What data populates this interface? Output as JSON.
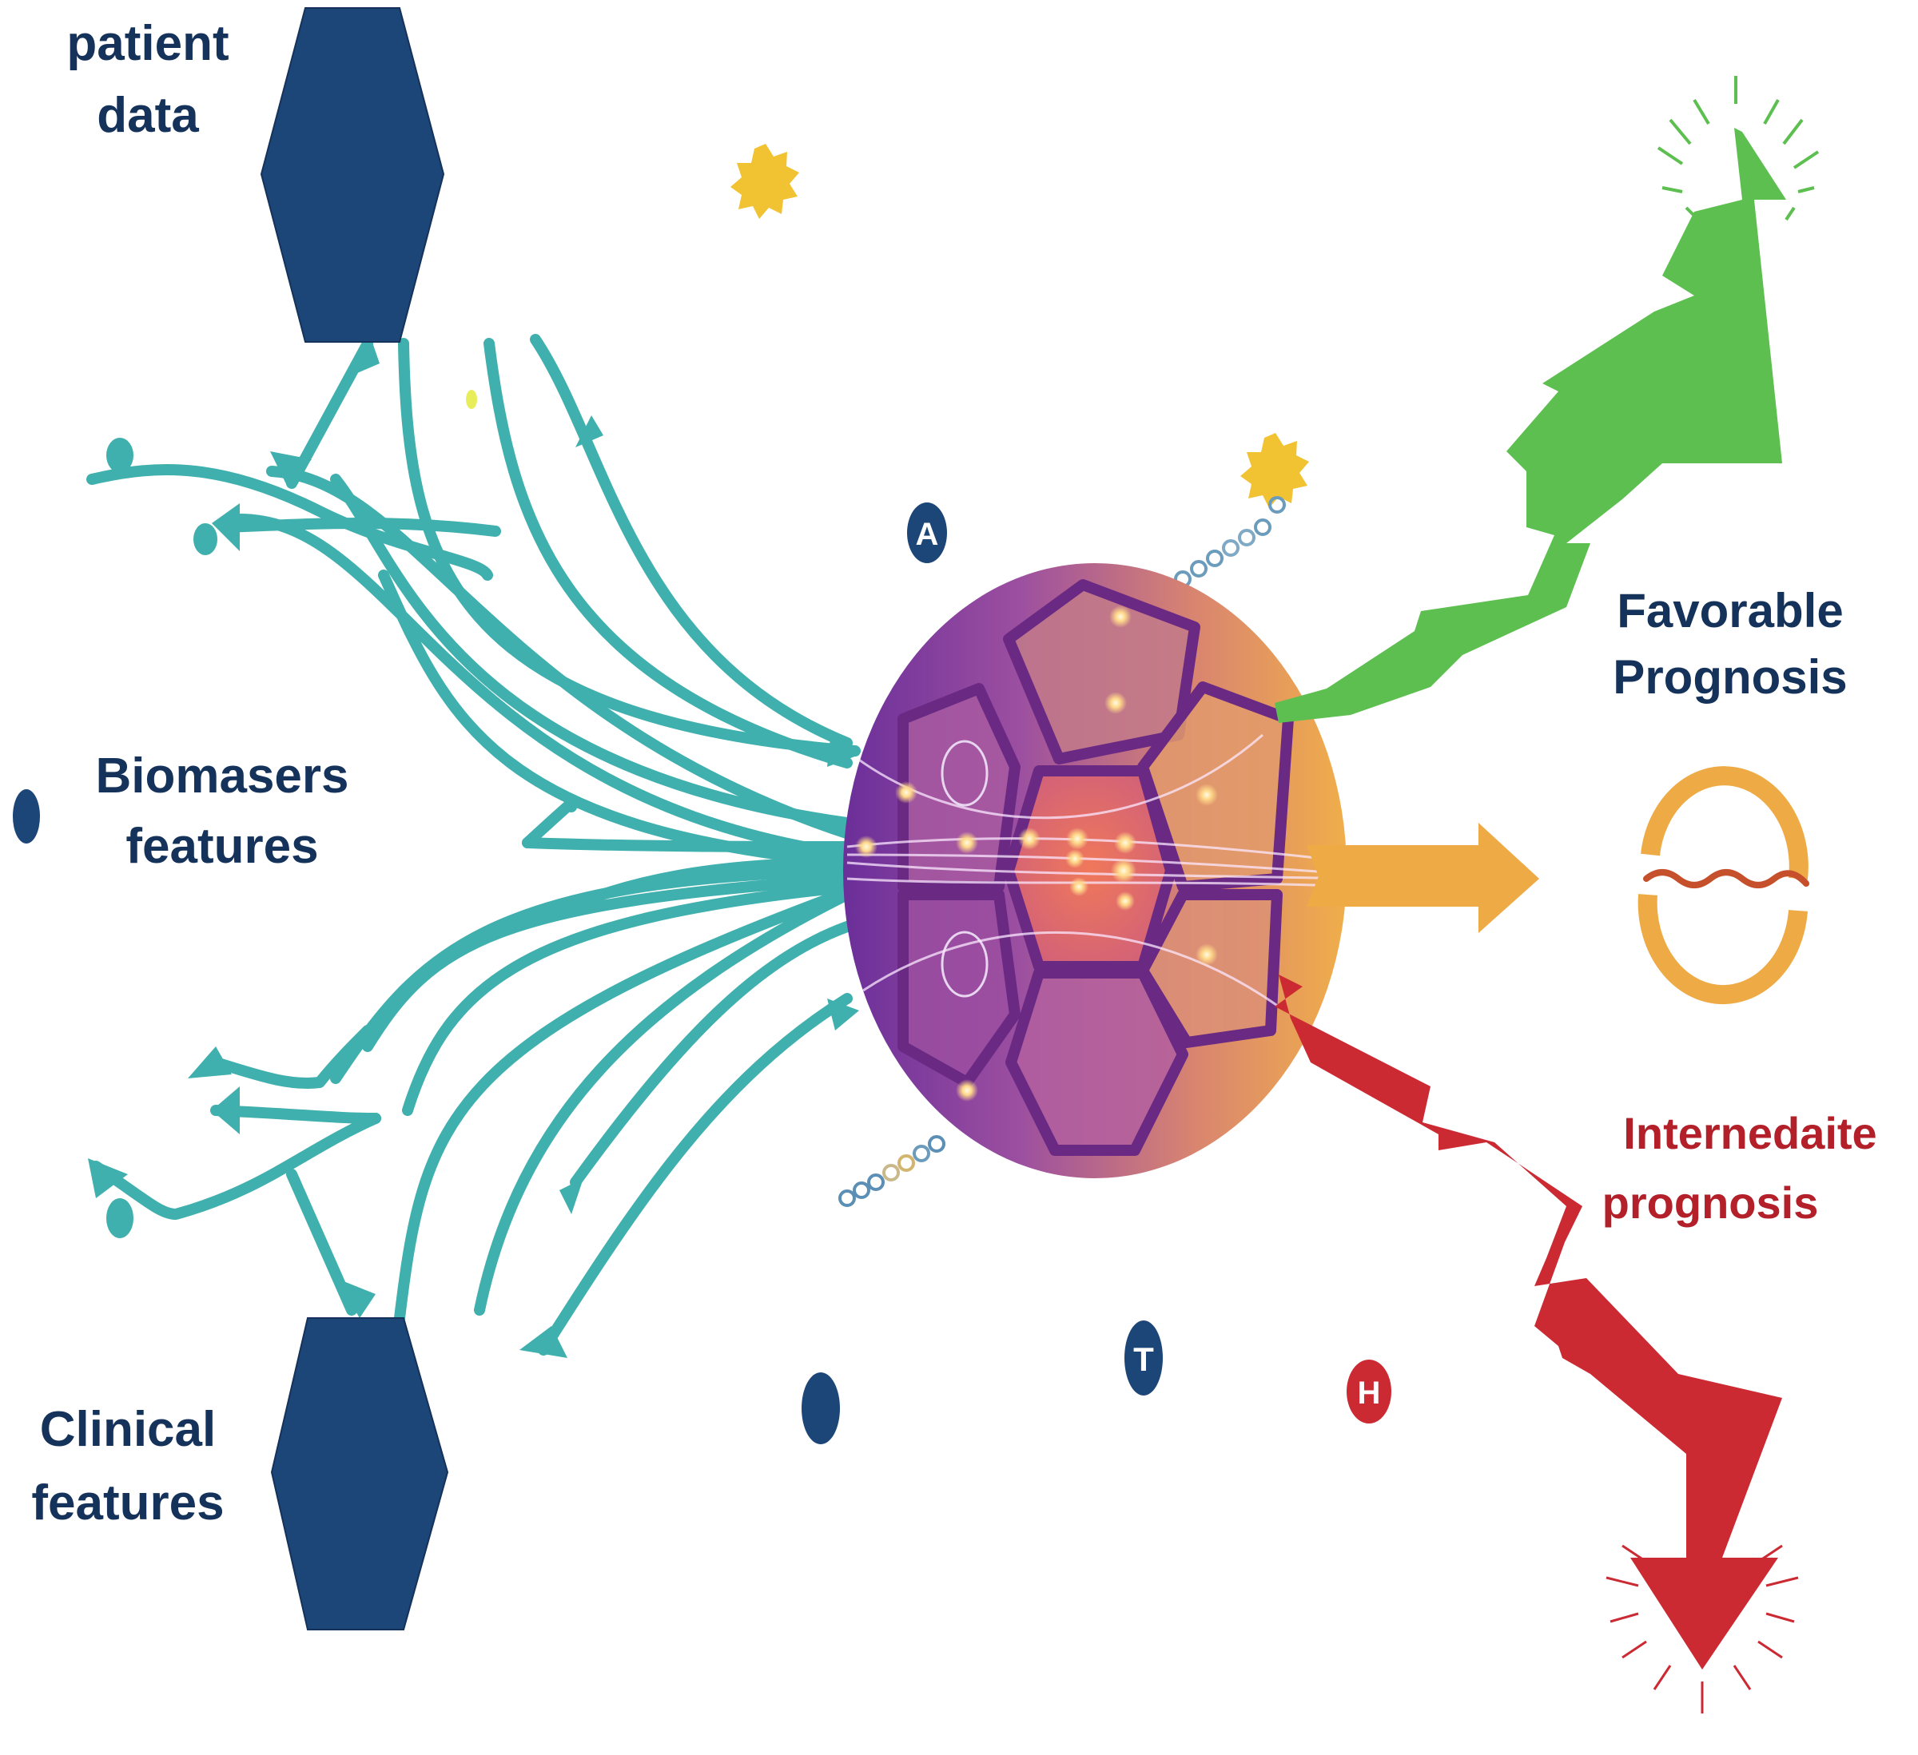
{
  "title": "Multimodal data integration to prognosis",
  "colors": {
    "navy": "#1c4677",
    "text_navy": "#14325a",
    "teal": "#3fb0ad",
    "green": "#5cbf4f",
    "amber": "#eeaa45",
    "red": "#cc2a33",
    "text_red": "#b3202a",
    "sun": "#f1c232"
  },
  "inputs": {
    "patient_data": {
      "line1": "patient",
      "line2": "data"
    },
    "biomarkers": {
      "line1": "Biomasers",
      "line2": "features"
    },
    "clinical": {
      "line1": "Clinical",
      "line2": "features"
    }
  },
  "outputs": {
    "favorable": {
      "line1": "Favorable",
      "line2": "Prognosis"
    },
    "intermediate": {
      "line1": "Internedaite",
      "line2": "prognosis"
    }
  },
  "badges": {
    "a": "A",
    "t": "T",
    "h": "H"
  }
}
